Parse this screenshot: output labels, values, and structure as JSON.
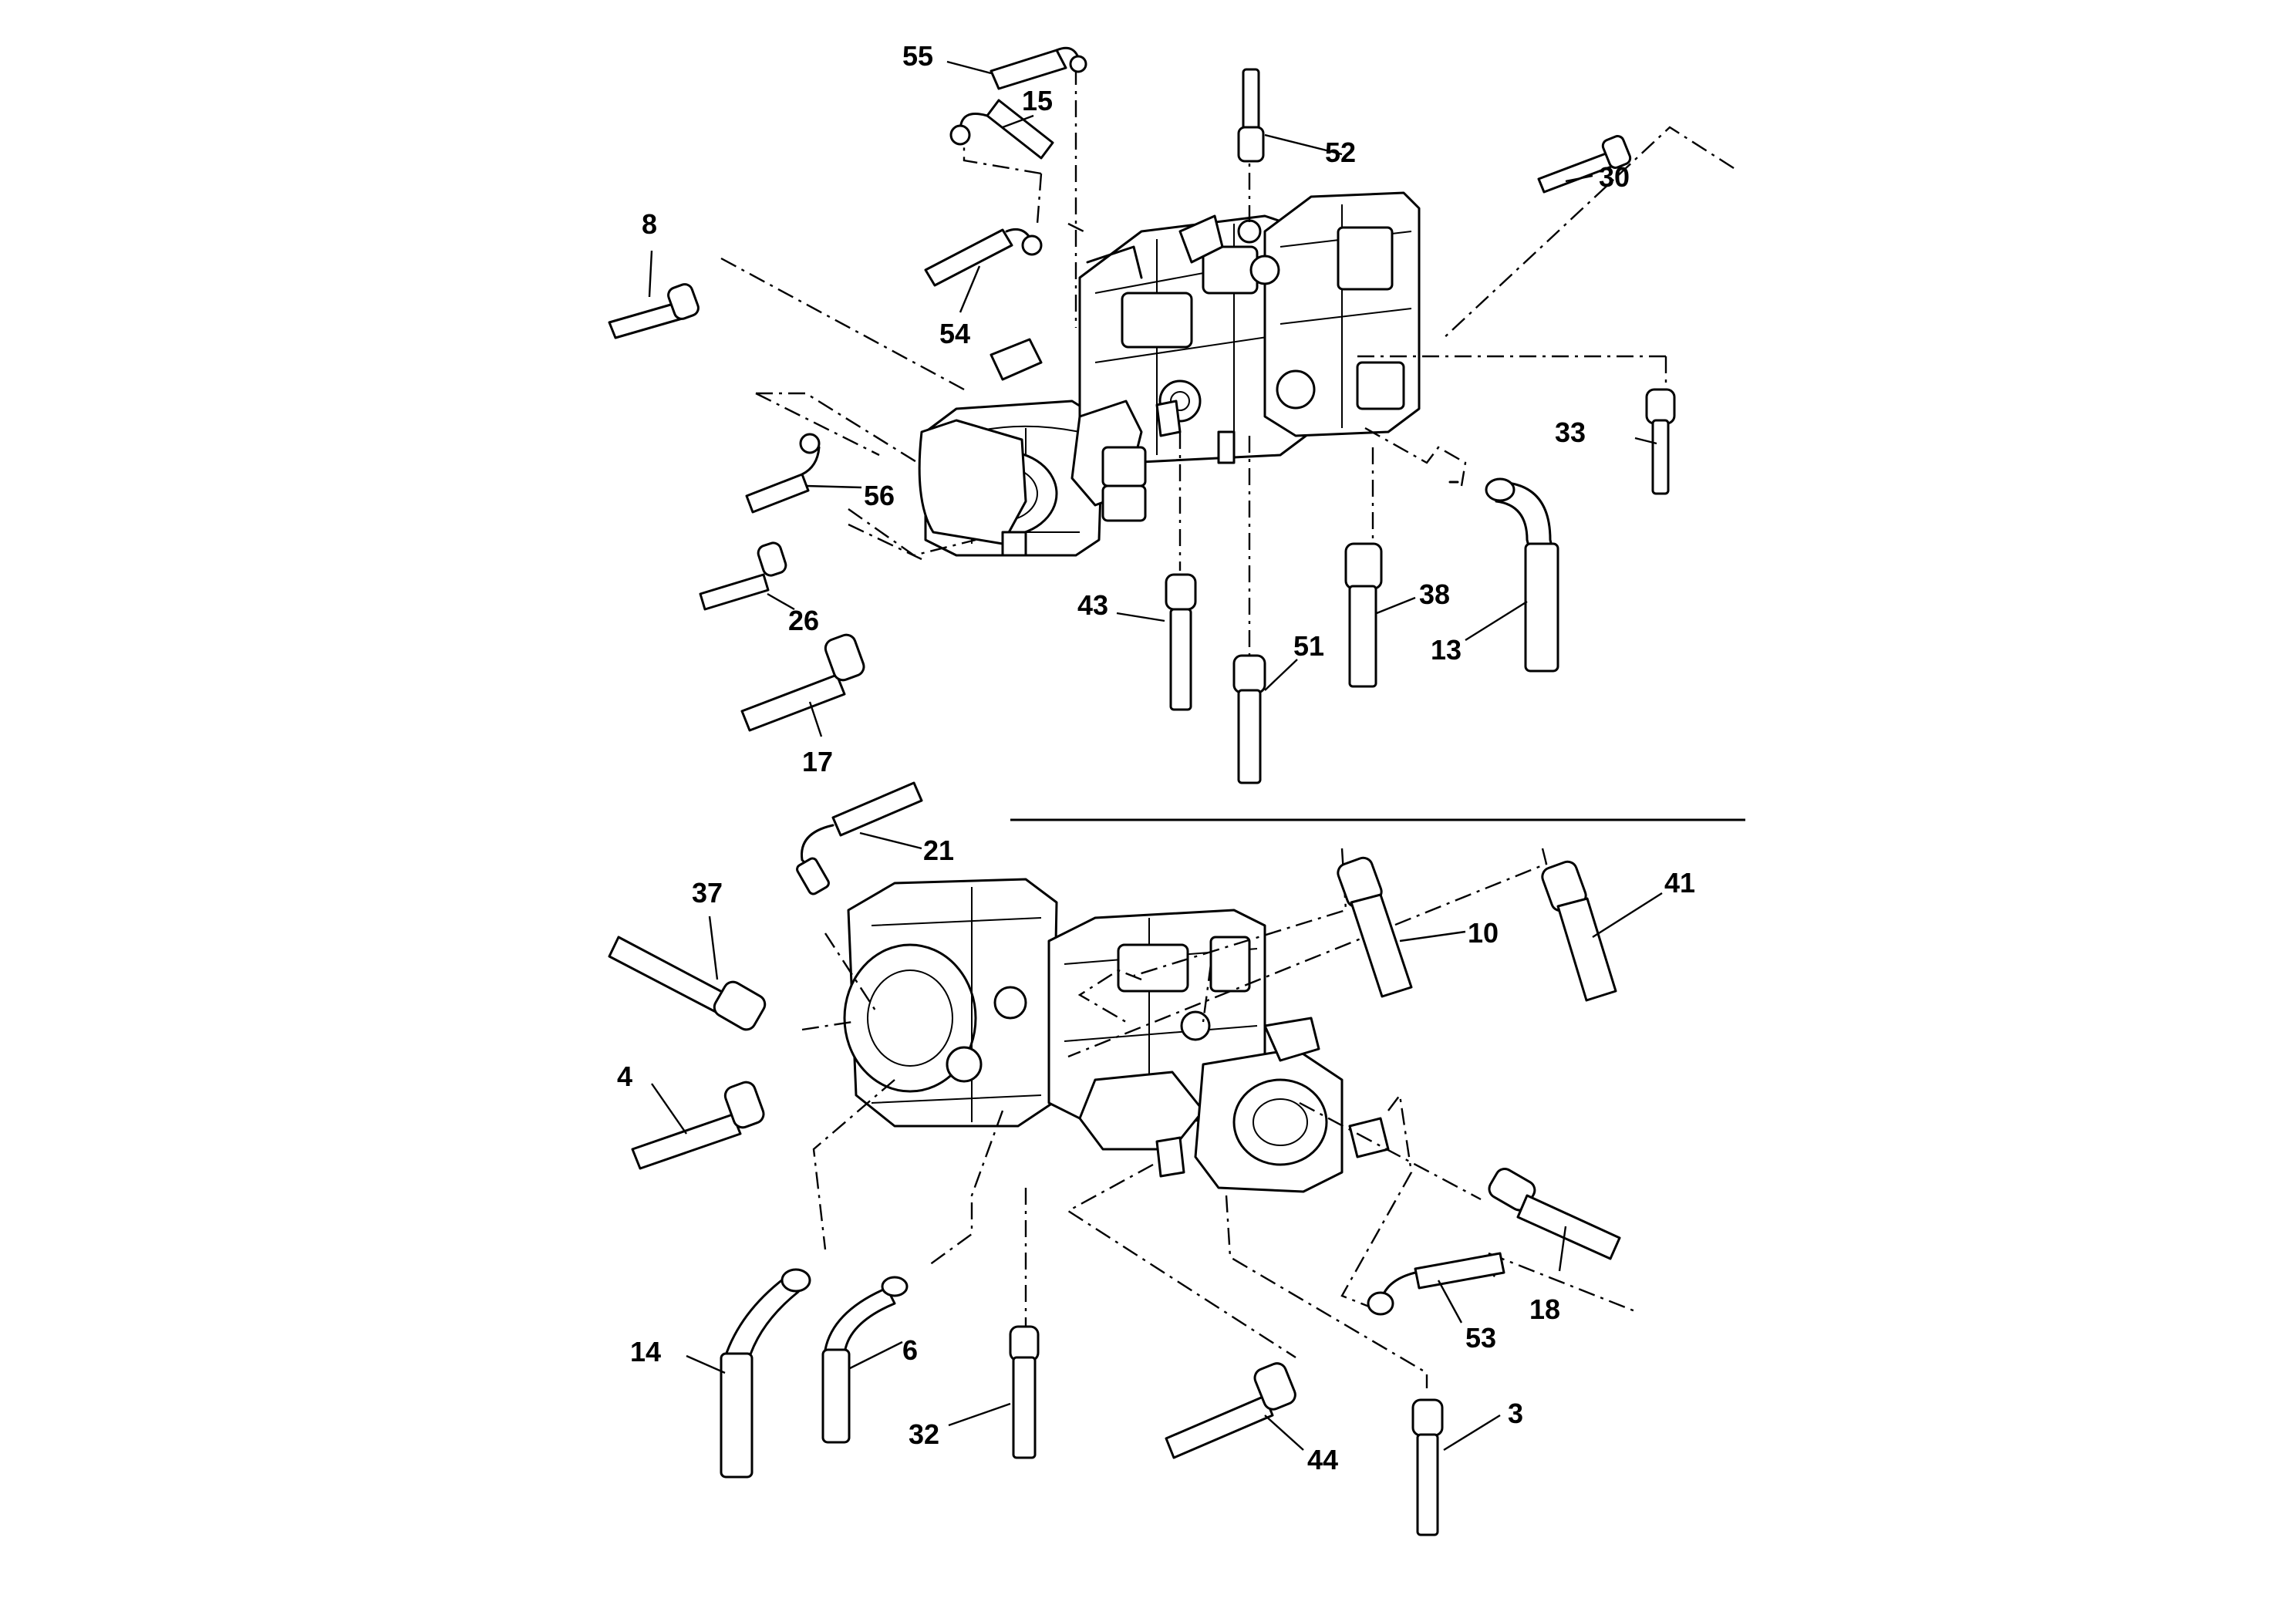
{
  "diagram": {
    "type": "exploded-parts-diagram",
    "callouts": [
      "55",
      "15",
      "52",
      "30",
      "8",
      "54",
      "33",
      "56",
      "26",
      "43",
      "38",
      "51",
      "13",
      "17",
      "21",
      "37",
      "10",
      "41",
      "4",
      "14",
      "6",
      "32",
      "44",
      "53",
      "18",
      "3"
    ]
  }
}
